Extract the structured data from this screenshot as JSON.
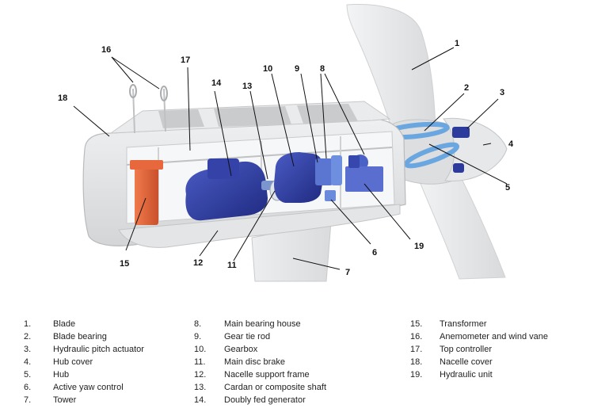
{
  "callouts": [
    "1",
    "2",
    "3",
    "4",
    "5",
    "6",
    "7",
    "8",
    "9",
    "10",
    "11",
    "12",
    "13",
    "14",
    "15",
    "16",
    "17",
    "18",
    "19"
  ],
  "legend": [
    {
      "num": "1.",
      "text": "Blade"
    },
    {
      "num": "2.",
      "text": "Blade bearing"
    },
    {
      "num": "3.",
      "text": "Hydraulic pitch actuator"
    },
    {
      "num": "4.",
      "text": "Hub cover"
    },
    {
      "num": "5.",
      "text": "Hub"
    },
    {
      "num": "6.",
      "text": "Active yaw control"
    },
    {
      "num": "7.",
      "text": "Tower"
    },
    {
      "num": "8.",
      "text": "Main bearing house"
    },
    {
      "num": "9.",
      "text": "Gear tie rod"
    },
    {
      "num": "10.",
      "text": "Gearbox"
    },
    {
      "num": "11.",
      "text": "Main disc brake"
    },
    {
      "num": "12.",
      "text": "Nacelle support frame"
    },
    {
      "num": "13.",
      "text": "Cardan or composite shaft"
    },
    {
      "num": "14.",
      "text": "Doubly fed generator"
    },
    {
      "num": "15.",
      "text": "Transformer"
    },
    {
      "num": "16.",
      "text": "Anemometer and wind vane"
    },
    {
      "num": "17.",
      "text": "Top controller"
    },
    {
      "num": "18.",
      "text": "Nacelle cover"
    },
    {
      "num": "19.",
      "text": "Hydraulic unit"
    }
  ],
  "colors": {
    "component_blue": "#2c3a9c",
    "transformer_orange": "#e0633a",
    "highlight_blue": "#6aa6df",
    "structure_grey": "#e4e6e8"
  }
}
